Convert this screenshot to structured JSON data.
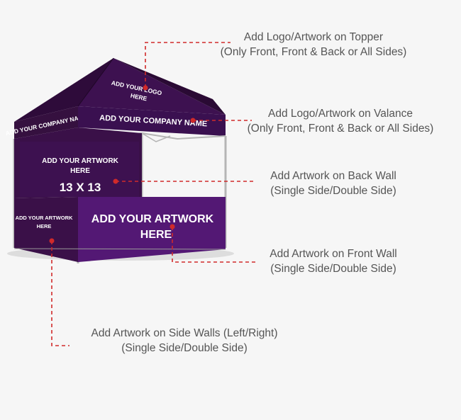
{
  "colors": {
    "canopy": "#3b1048",
    "canopy_dark": "#2a0a34",
    "wall": "#4a1460",
    "wall_front": "#5a1a78",
    "leader": "#d02a2a",
    "frame": "#b5b5b5",
    "label_text": "#555555"
  },
  "tent_print": {
    "topper_logo": [
      "ADD YOUR LOGO",
      "HERE"
    ],
    "valance_front": "ADD YOUR COMPANY NAME",
    "valance_side": "ADD YOUR COMPANY NAME",
    "back_wall": [
      "ADD YOUR ARTWORK",
      "HERE"
    ],
    "back_wall_size": "13 X 13",
    "side_wall": [
      "ADD YOUR ARTWORK",
      "HERE"
    ],
    "front_wall": [
      "ADD YOUR ARTWORK",
      "HERE"
    ]
  },
  "callouts": {
    "topper": {
      "line1": "Add Logo/Artwork on Topper",
      "line2": "(Only Front, Front & Back or All Sides)"
    },
    "valance": {
      "line1": "Add Logo/Artwork on Valance",
      "line2": "(Only Front, Front & Back or All Sides)"
    },
    "back_wall": {
      "line1": "Add Artwork on Back Wall",
      "line2": "(Single Side/Double Side)"
    },
    "front_wall": {
      "line1": "Add Artwork on Front Wall",
      "line2": "(Single Side/Double Side)"
    },
    "side_walls": {
      "line1": "Add Artwork on Side Walls (Left/Right)",
      "line2": "(Single Side/Double Side)"
    }
  }
}
